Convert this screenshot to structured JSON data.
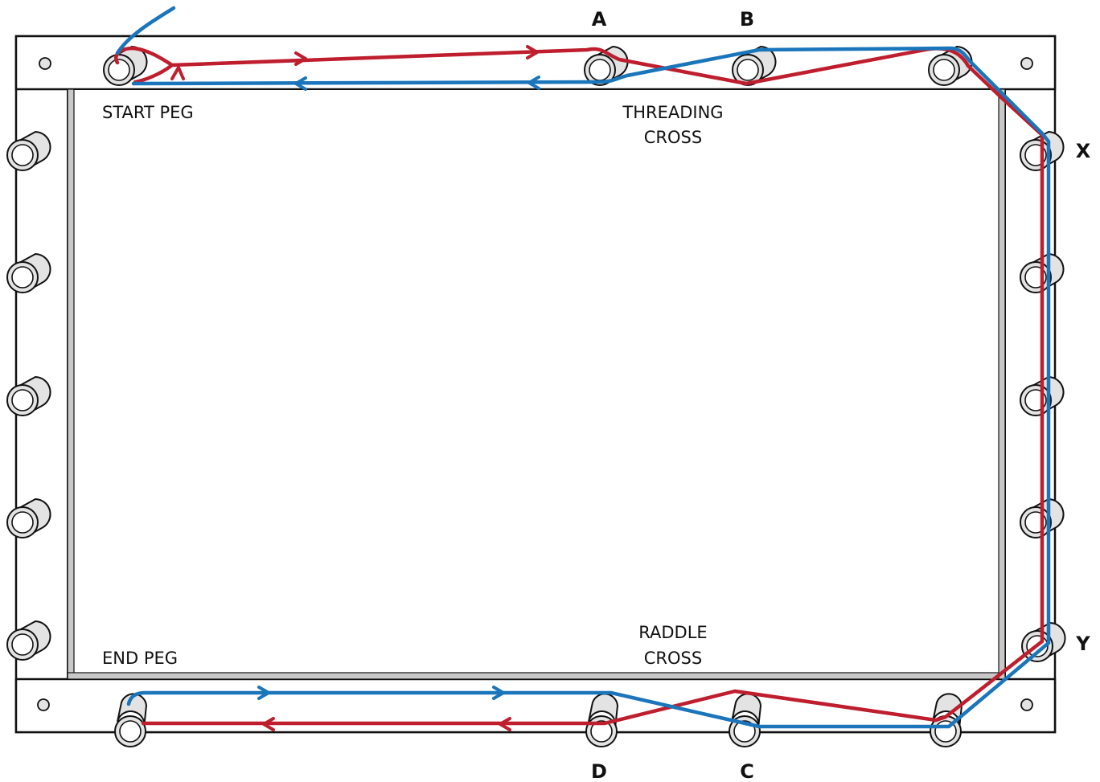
{
  "labels": {
    "start_peg": "START PEG",
    "end_peg": "END PEG",
    "threading_cross_1": "THREADING",
    "threading_cross_2": "CROSS",
    "raddle_cross_1": "RADDLE",
    "raddle_cross_2": "CROSS"
  },
  "peg_letters": {
    "a": "A",
    "b": "B",
    "c": "C",
    "d": "D",
    "x": "X",
    "y": "Y"
  },
  "colors": {
    "red_thread": "#be1e2d",
    "blue_thread": "#1a75bb",
    "frame_stroke": "#111111",
    "inner_bar": "#c8c8c8",
    "peg_fill": "#e3e3e3"
  }
}
